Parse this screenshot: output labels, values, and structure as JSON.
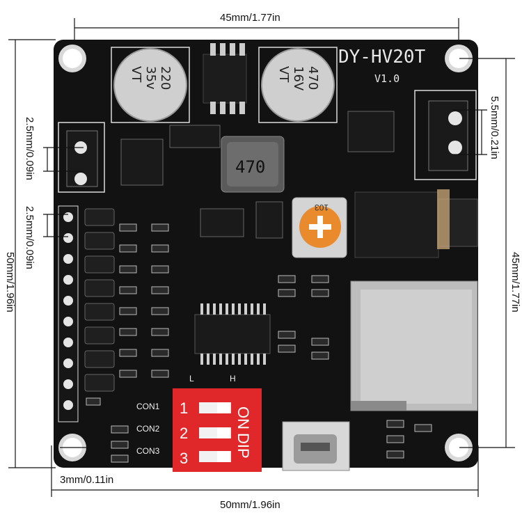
{
  "board": {
    "model": "DY-HV20T",
    "version": "V1.0",
    "inductor_code": "470",
    "pot_code": "103",
    "cap_left": [
      "220",
      "35v",
      "VT"
    ],
    "cap_right": [
      "470",
      "16V",
      "VT"
    ],
    "dip_labels": {
      "on": "ON",
      "dip": "DIP",
      "l": "L",
      "h": "H",
      "n1": "1",
      "n2": "2",
      "n3": "3"
    },
    "con_labels": [
      "CON1",
      "CON2",
      "CON3"
    ]
  },
  "dimensions": {
    "top_width": "45mm/1.77in",
    "bottom_width": "50mm/1.96in",
    "left_height": "50mm/1.96in",
    "right_height": "45mm/1.77in",
    "right_connector_pitch": "5.5mm/0.21in",
    "left_connector_pitch": "2.5mm/0.09in",
    "header_pitch": "2.5mm/0.09in",
    "hole_margin": "3mm/0.11in"
  },
  "colors": {
    "pcb": "#121212",
    "silkscreen": "#e8e8e8",
    "dip_switch": "#e0282a",
    "capacitor": "#c8c8c8",
    "pot": "#e98b2c",
    "sd_slot": "#bfbfbf"
  }
}
